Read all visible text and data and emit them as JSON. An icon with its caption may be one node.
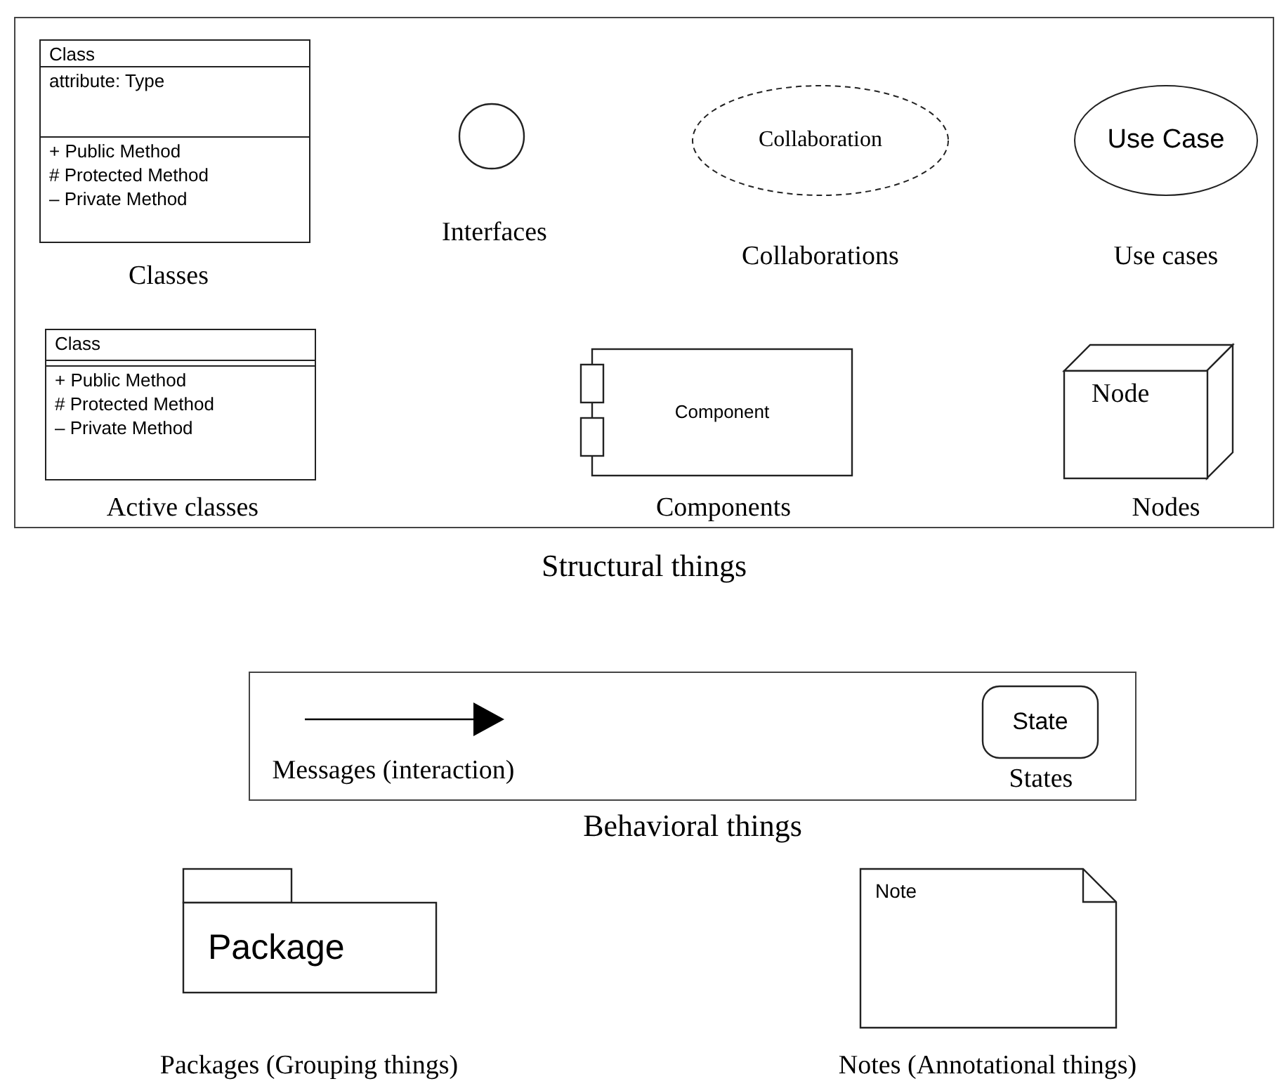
{
  "diagram": {
    "nodes": [
      {
        "text": [
          "Structural things"
        ]
      },
      {
        "text": [
          "Class",
          "attribute: Type",
          "+ Public Method",
          "# Protected Method",
          "– Private Method"
        ],
        "beside": [
          "Classes"
        ],
        "in": 0
      },
      {
        "text": [],
        "shape": "circle",
        "beside": [
          "Interfaces"
        ],
        "in": 0
      },
      {
        "text": [
          "Collaboration"
        ],
        "beside": [
          "Collaborations"
        ],
        "in": 0
      },
      {
        "text": [
          "Use Case"
        ],
        "beside": [
          "Use cases"
        ],
        "in": 0
      },
      {
        "text": [
          "Class",
          "+ Public Method",
          "# Protected Method",
          "– Private Method"
        ],
        "beside": [
          "Active classes"
        ],
        "in": 0
      },
      {
        "text": [
          "Component"
        ],
        "beside": [
          "Components"
        ],
        "in": 0
      },
      {
        "text": [
          "Node"
        ],
        "beside": [
          "Nodes"
        ],
        "in": 0
      },
      {
        "text": [
          "Behavioral things"
        ]
      },
      {
        "text": [
          "State"
        ],
        "beside": [
          "States"
        ],
        "in": 8
      },
      {
        "text": [
          "Package"
        ],
        "beside": [
          "Packages (Grouping things)"
        ]
      },
      {
        "text": [
          "Note"
        ],
        "beside": [
          "Notes (Annotational things)"
        ]
      }
    ],
    "labels": [
      "Messages (interaction)"
    ]
  }
}
